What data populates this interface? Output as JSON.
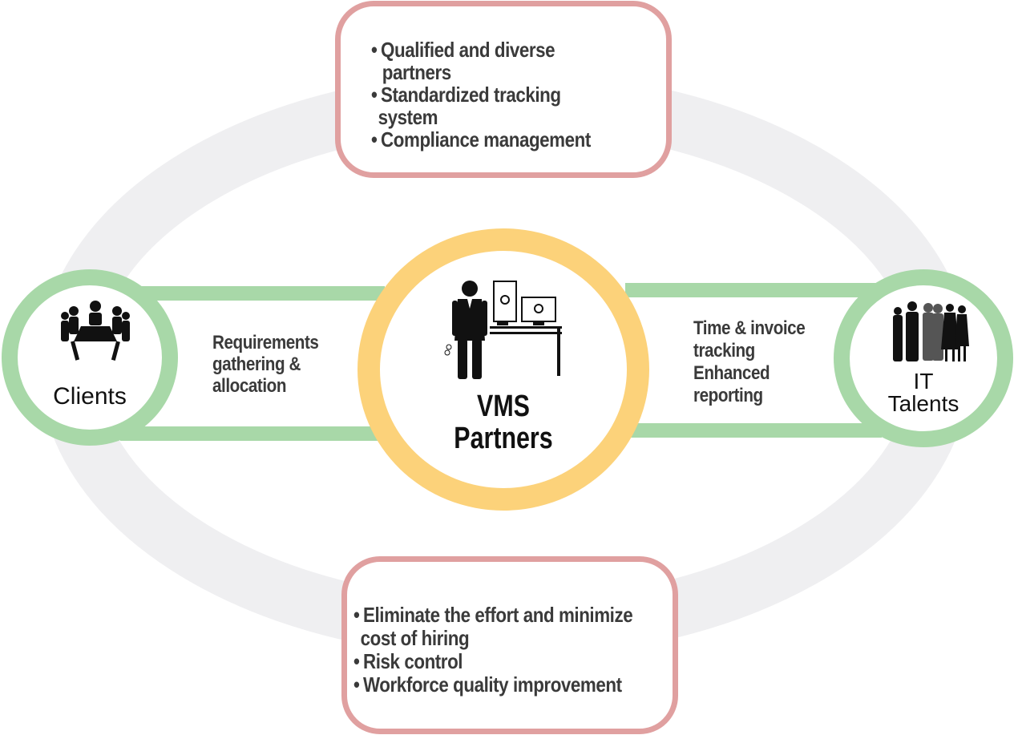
{
  "colors": {
    "ring": "#efeff1",
    "box_border": "#e0a0a0",
    "connector": "#a8d8a8",
    "center_ring": "#fcd27a",
    "text_dark": "#3a3a3a"
  },
  "top_box": {
    "items": [
      {
        "bullet": "•",
        "lines": [
          "Qualified and diverse",
          "partners"
        ]
      },
      {
        "bullet": "•",
        "lines": [
          "Standardized tracking",
          "system"
        ]
      },
      {
        "bullet": "•",
        "lines": [
          "Compliance management"
        ]
      }
    ]
  },
  "bottom_box": {
    "items": [
      {
        "bullet": "•",
        "lines": [
          "Eliminate the effort and minimize",
          "cost of hiring"
        ]
      },
      {
        "bullet": "•",
        "lines": [
          "Risk control"
        ]
      },
      {
        "bullet": "•",
        "lines": [
          "Workforce quality improvement"
        ]
      }
    ]
  },
  "left_node": {
    "label": "Clients",
    "icon": "meeting-table-icon"
  },
  "right_node": {
    "label_line1": "IT",
    "label_line2": "Talents",
    "icon": "people-group-icon"
  },
  "center_node": {
    "label_line1": "VMS",
    "label_line2": "Partners",
    "icon": "person-at-computer-desk-icon"
  },
  "left_connector": {
    "lines": [
      "Requirements",
      "gathering &",
      "allocation"
    ]
  },
  "right_connector": {
    "lines": [
      "Time & invoice",
      "tracking",
      "Enhanced",
      "reporting"
    ]
  }
}
